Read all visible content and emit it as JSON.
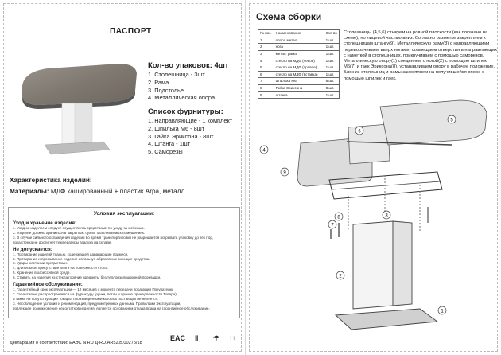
{
  "left": {
    "title": "ПАСПОРТ",
    "package": {
      "title": "Кол-во упаковок: 4шт",
      "items": [
        "1. Столешница - 3шт",
        "2. Рама",
        "3. Подстолье",
        "4. Металлическая опора"
      ]
    },
    "hardware": {
      "title": "Список фурнитуры:",
      "items": [
        "1. Направляющие - 1 комплект",
        "2. Шпилька М6 - 8шт",
        "3. Гайка Эриксона - 8шт",
        "4. Штанга - 1шт",
        "5. Саморезы"
      ]
    },
    "characteristics_title": "Характеристика изделий:",
    "materials_label": "Материалы:",
    "materials_value": "МДФ кашированный + пластик Arpa, металл.",
    "conditions": {
      "title": "Условия эксплуатации:",
      "care_title": "Уход и хранение изделия:",
      "care_lines": [
        "1. Уход за изделием следует осуществлять средствами по уходу за мебелью.",
        "2. Изделие должно храниться в закрытых, сухих, отапливаемых помещениях.",
        "3. В случае сильного охлаждения изделия во время транспортировки не разрешается вскрывать упаковку до тех пор,",
        "пока стенка не достигнет температуры воздуха на складе."
      ],
      "prohibited_title": "Не допускается:",
      "prohibited_lines": [
        "1. Протирание изделий тканью, содержащей царапающие примеси.",
        "2. Протирание и промывание изделия используя абразивные моющие средства.",
        "3. Удары жесткими предметами.",
        "4. Длительное присутствие влаги на поверхности стола.",
        "5. Хранение в агрессивной среде.",
        "6. Ставить на изделия из стекла горячие предметы без теплоизоляционной прокладки."
      ],
      "warranty_title": "Гарантийное обслуживание:",
      "warranty_lines": [
        "1. Гарантийный срок эксплуатации — 12 месяцев с момента передачи продукции Покупателю.",
        "2. Гарантия не распространяется на фурнитуру (ручки, петли и прочие принадлежности Товара),",
        "а также на сопутствующие товары, произведенными которых поставщик не является.",
        "3. Несоблюдение условий и рекомендаций, предусмотренных данными Правилами Эксплуатации,",
        "повлекшее возникновение недостатков изделия, является основанием отказа права на гарантийное обслуживание."
      ]
    },
    "declaration": "Декларация о соответствии: ЕАЭС N RU Д-RU.AR52.В.00275/18",
    "marks": [
      "EAC",
      "Ⅱ",
      "☂",
      "↑↑"
    ]
  },
  "right": {
    "title": "Схема сборки",
    "table": {
      "headers": [
        "№ поз.",
        "Наименование",
        "Кол-во"
      ],
      "rows": [
        [
          "1",
          "опора метал",
          "1 шт."
        ],
        [
          "2",
          "нога",
          "1 шт."
        ],
        [
          "3",
          "метал. рама",
          "1 шт."
        ],
        [
          "4",
          "стекло на МДФ (левое)",
          "1 шт."
        ],
        [
          "5",
          "стекло на МДФ (правое)",
          "1 шт."
        ],
        [
          "6",
          "стекло на МДФ (вставка)",
          "1 шт."
        ],
        [
          "7",
          "шпилька М6",
          "8 шт."
        ],
        [
          "8",
          "Гайка Эриксона",
          "8 шт."
        ],
        [
          "9",
          "штанга",
          "1 шт."
        ]
      ]
    },
    "description": "Столешницы (4,5,6) стыкуем на ровной плоскости (как показано на схеме), но лицевой частью вниз. Согласно разметке закрепляем к столешницам штангу(9). Металлическую раму(3) с направляющими переворачиваем вверх ногами, совмещаем отверстия в направляющих с наметкой в столешницах, прикручиваем с помощью саморезов. Металлическую опору(1) соединяем с ногой(2) с помощью шпилек М6(7) и гаек Эриксона(8), устанавливаем опору в рабочее положение. Блок из столешниц и рамы закрепляем на получившейся опоре с помощью шпилек и гаек.",
    "labels": [
      "4",
      "5",
      "6",
      "9",
      "3",
      "8",
      "7",
      "2",
      "1"
    ]
  }
}
